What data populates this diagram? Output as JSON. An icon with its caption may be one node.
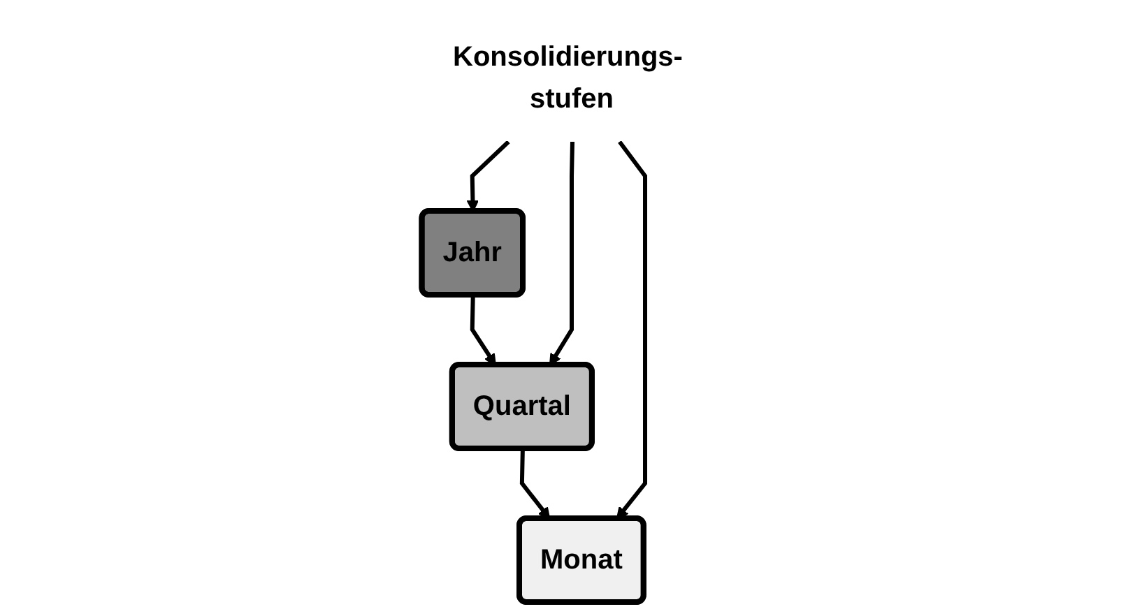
{
  "diagram": {
    "nodes": [
      {
        "text": [
          "Jahr"
        ]
      },
      {
        "text": [
          "Quartal"
        ]
      },
      {
        "text": [
          "Monat"
        ]
      },
      {
        "text": [
          "Konsolidierungs- stufen"
        ]
      }
    ],
    "edges": [
      {
        "from": 0,
        "to": 1,
        "arrow": "to"
      },
      {
        "from": 1,
        "to": 2,
        "arrow": "to"
      },
      {
        "from": 3,
        "to": 0,
        "arrow": "to"
      },
      {
        "from": 3,
        "to": 1,
        "arrow": "to"
      },
      {
        "from": 3,
        "to": 2,
        "arrow": "to"
      }
    ]
  }
}
